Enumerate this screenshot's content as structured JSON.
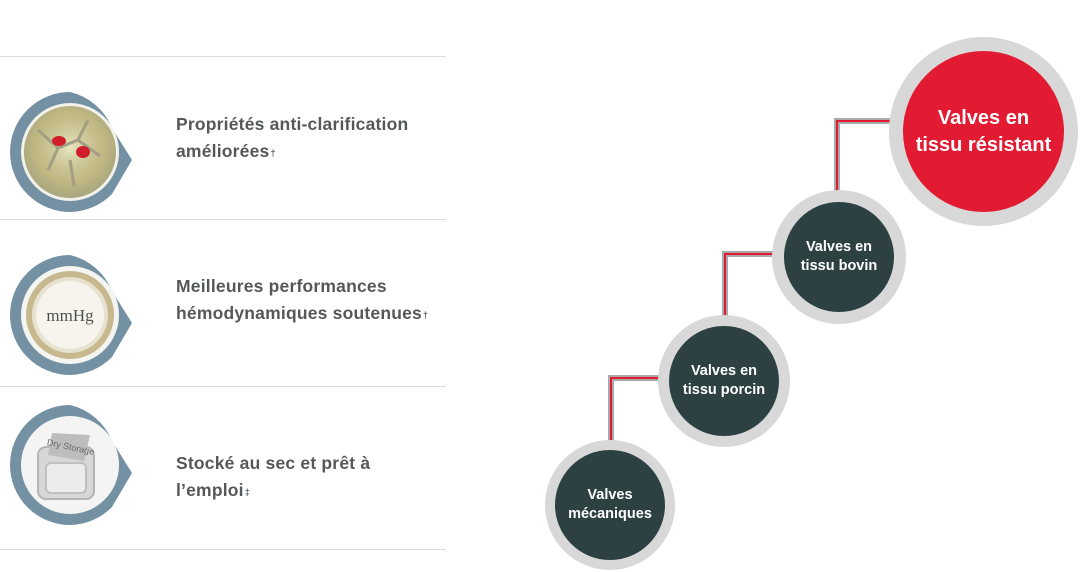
{
  "features": [
    {
      "text": "Propriétés anti-clarification\naméliorées",
      "mark": "†",
      "icon": "crystal-calcification-icon"
    },
    {
      "text": "Meilleures performances\nhémodynamiques soutenues",
      "mark": "†",
      "icon": "mmhg-gauge-icon",
      "icon_label": "mmHg"
    },
    {
      "text": "Stocké au sec et prêt à l’emploi",
      "mark": "‡",
      "icon": "dry-storage-tray-icon",
      "icon_label": "Dry Storage"
    }
  ],
  "steps": [
    {
      "label": "Valves\nmécaniques"
    },
    {
      "label": "Valves en\ntissu porcin"
    },
    {
      "label": "Valves en\ntissu bovin"
    },
    {
      "label": "Valves en\ntissu résistant"
    }
  ],
  "colors": {
    "badge_blue": "#7391a3",
    "accent_red": "#e21a32",
    "dark_core": "#2d4143",
    "ring_gray": "#d8d8d8",
    "text_gray": "#55585a"
  }
}
